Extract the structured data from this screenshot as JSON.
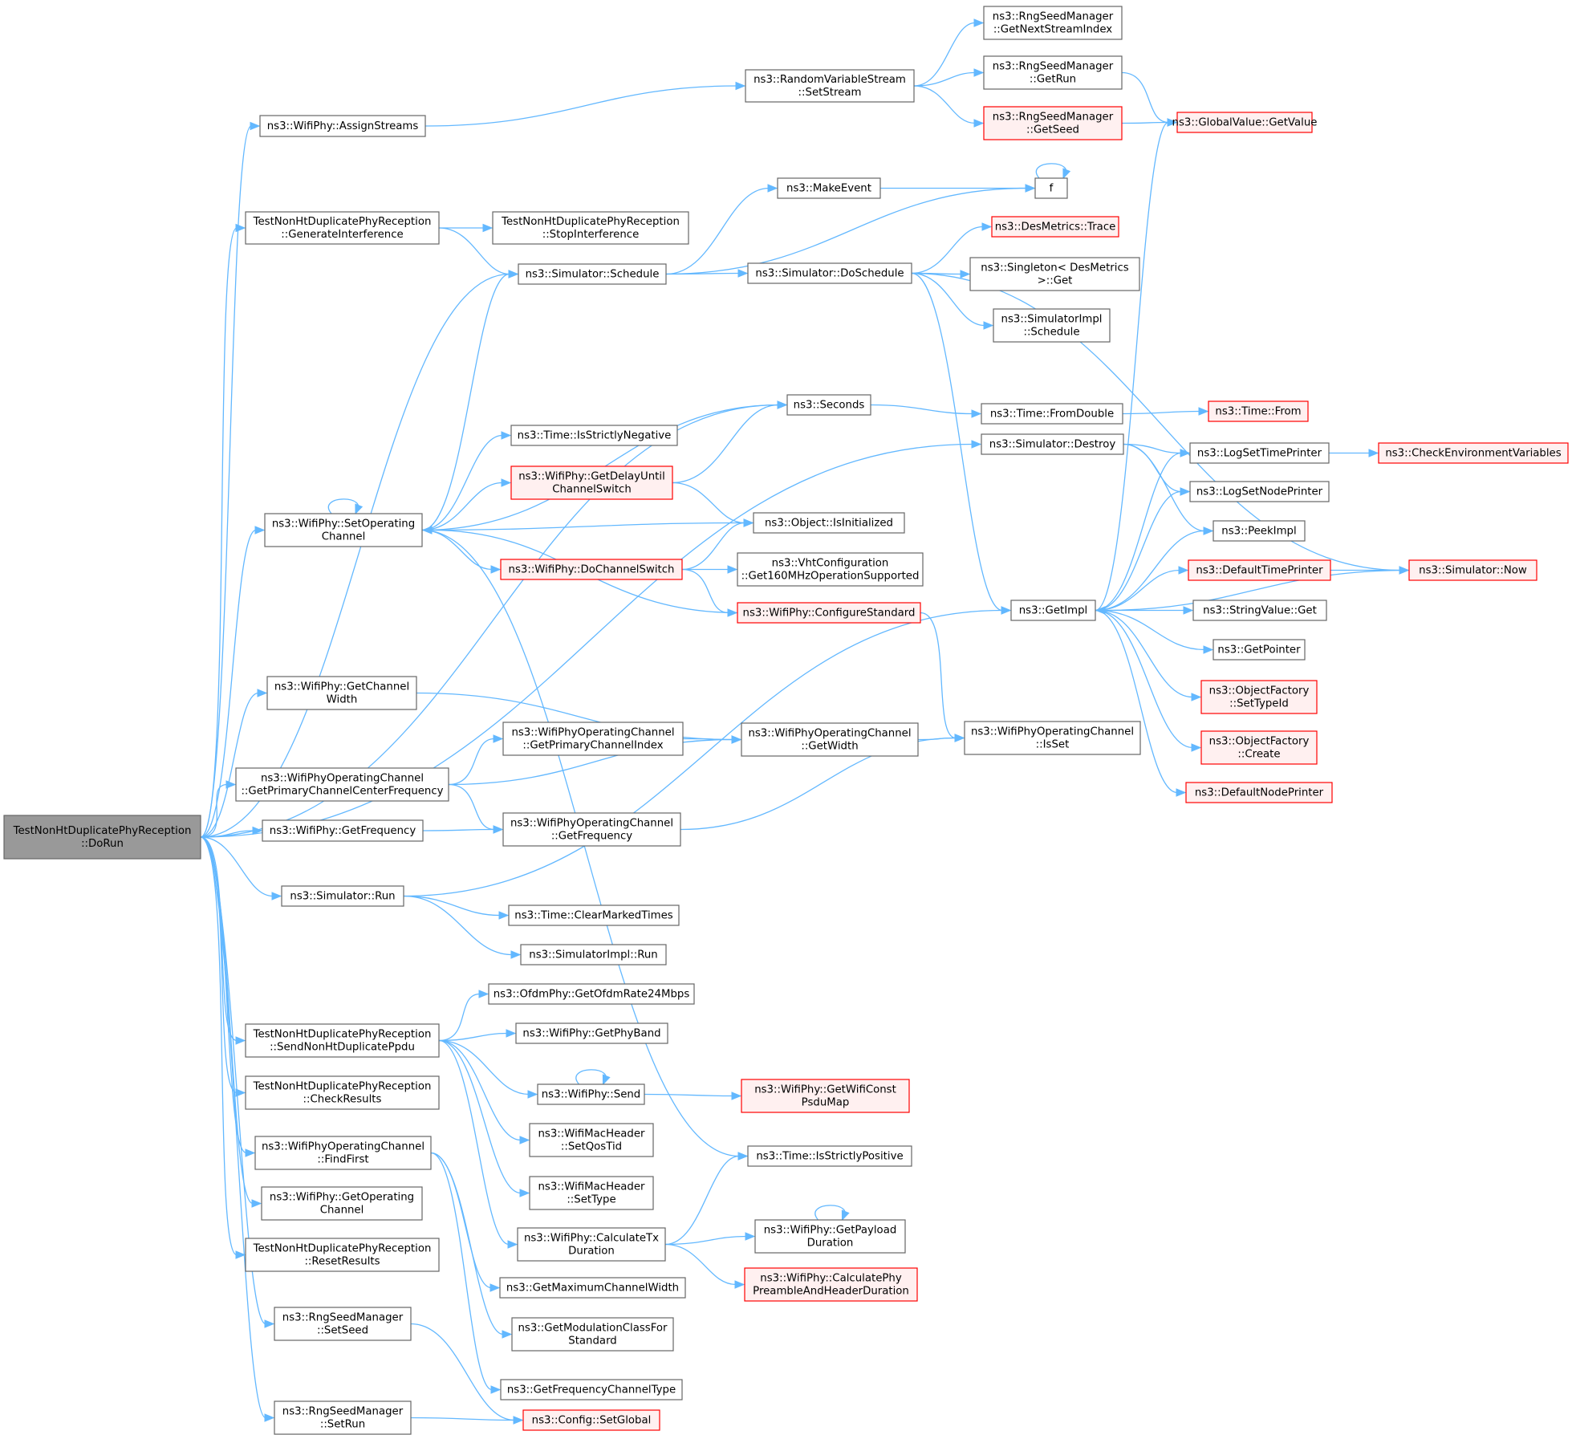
{
  "colors": {
    "edge": "#63b8ff",
    "root_fill": "#999999",
    "node_stroke": "#666666",
    "node_fill": "#ffffff",
    "trunc_stroke": "#ff0000",
    "trunc_fill": "#fff0f0"
  },
  "nodes": {
    "root": {
      "lines": [
        "TestNonHtDuplicatePhyReception",
        "::DoRun"
      ],
      "kind": "root"
    },
    "assignStreams": {
      "lines": [
        "ns3::WifiPhy::AssignStreams"
      ],
      "kind": "normal"
    },
    "genInterf": {
      "lines": [
        "TestNonHtDuplicatePhyReception",
        "::GenerateInterference"
      ],
      "kind": "normal"
    },
    "stopInterf": {
      "lines": [
        "TestNonHtDuplicatePhyReception",
        "::StopInterference"
      ],
      "kind": "normal"
    },
    "schedule": {
      "lines": [
        "ns3::Simulator::Schedule"
      ],
      "kind": "normal"
    },
    "setOpChan": {
      "lines": [
        "ns3::WifiPhy::SetOperating",
        "Channel"
      ],
      "kind": "normal"
    },
    "getChanWidth": {
      "lines": [
        "ns3::WifiPhy::GetChannel",
        "Width"
      ],
      "kind": "normal"
    },
    "getPrimCenter": {
      "lines": [
        "ns3::WifiPhyOperatingChannel",
        "::GetPrimaryChannelCenterFrequency"
      ],
      "kind": "normal"
    },
    "phyGetFreq": {
      "lines": [
        "ns3::WifiPhy::GetFrequency"
      ],
      "kind": "normal"
    },
    "simRun": {
      "lines": [
        "ns3::Simulator::Run"
      ],
      "kind": "normal"
    },
    "sendPpdu": {
      "lines": [
        "TestNonHtDuplicatePhyReception",
        "::SendNonHtDuplicatePpdu"
      ],
      "kind": "normal"
    },
    "checkResults": {
      "lines": [
        "TestNonHtDuplicatePhyReception",
        "::CheckResults"
      ],
      "kind": "normal"
    },
    "findFirst": {
      "lines": [
        "ns3::WifiPhyOperatingChannel",
        "::FindFirst"
      ],
      "kind": "normal"
    },
    "getOpChan": {
      "lines": [
        "ns3::WifiPhy::GetOperating",
        "Channel"
      ],
      "kind": "normal"
    },
    "resetResults": {
      "lines": [
        "TestNonHtDuplicatePhyReception",
        "::ResetResults"
      ],
      "kind": "normal"
    },
    "setSeed": {
      "lines": [
        "ns3::RngSeedManager",
        "::SetSeed"
      ],
      "kind": "normal"
    },
    "setRun": {
      "lines": [
        "ns3::RngSeedManager",
        "::SetRun"
      ],
      "kind": "normal"
    },
    "rvsSetStream": {
      "lines": [
        "ns3::RandomVariableStream",
        "::SetStream"
      ],
      "kind": "normal"
    },
    "makeEvent": {
      "lines": [
        "ns3::MakeEvent"
      ],
      "kind": "normal"
    },
    "doSchedule": {
      "lines": [
        "ns3::Simulator::DoSchedule"
      ],
      "kind": "normal"
    },
    "seconds": {
      "lines": [
        "ns3::Seconds"
      ],
      "kind": "normal"
    },
    "isStrictNeg": {
      "lines": [
        "ns3::Time::IsStrictlyNegative"
      ],
      "kind": "normal"
    },
    "getDelay": {
      "lines": [
        "ns3::WifiPhy::GetDelayUntil",
        "ChannelSwitch"
      ],
      "kind": "trunc"
    },
    "isInit": {
      "lines": [
        "ns3::Object::IsInitialized"
      ],
      "kind": "normal"
    },
    "doChanSwitch": {
      "lines": [
        "ns3::WifiPhy::DoChannelSwitch"
      ],
      "kind": "trunc"
    },
    "vht160": {
      "lines": [
        "ns3::VhtConfiguration",
        "::Get160MHzOperationSupported"
      ],
      "kind": "normal"
    },
    "configStd": {
      "lines": [
        "ns3::WifiPhy::ConfigureStandard"
      ],
      "kind": "trunc"
    },
    "getPrimIdx": {
      "lines": [
        "ns3::WifiPhyOperatingChannel",
        "::GetPrimaryChannelIndex"
      ],
      "kind": "normal"
    },
    "opGetWidth": {
      "lines": [
        "ns3::WifiPhyOperatingChannel",
        "::GetWidth"
      ],
      "kind": "normal"
    },
    "opGetFreq": {
      "lines": [
        "ns3::WifiPhyOperatingChannel",
        "::GetFrequency"
      ],
      "kind": "normal"
    },
    "clearMarked": {
      "lines": [
        "ns3::Time::ClearMarkedTimes"
      ],
      "kind": "normal"
    },
    "implRun": {
      "lines": [
        "ns3::SimulatorImpl::Run"
      ],
      "kind": "normal"
    },
    "ofdm24": {
      "lines": [
        "ns3::OfdmPhy::GetOfdmRate24Mbps"
      ],
      "kind": "normal"
    },
    "getPhyBand": {
      "lines": [
        "ns3::WifiPhy::GetPhyBand"
      ],
      "kind": "normal"
    },
    "send": {
      "lines": [
        "ns3::WifiPhy::Send"
      ],
      "kind": "normal"
    },
    "setQosTid": {
      "lines": [
        "ns3::WifiMacHeader",
        "::SetQosTid"
      ],
      "kind": "normal"
    },
    "setType": {
      "lines": [
        "ns3::WifiMacHeader",
        "::SetType"
      ],
      "kind": "normal"
    },
    "calcTx": {
      "lines": [
        "ns3::WifiPhy::CalculateTx",
        "Duration"
      ],
      "kind": "normal"
    },
    "getMaxChanW": {
      "lines": [
        "ns3::GetMaximumChannelWidth"
      ],
      "kind": "normal"
    },
    "getModClass": {
      "lines": [
        "ns3::GetModulationClassFor",
        "Standard"
      ],
      "kind": "normal"
    },
    "getFreqChanType": {
      "lines": [
        "ns3::GetFrequencyChannelType"
      ],
      "kind": "normal"
    },
    "cfgSetGlobal": {
      "lines": [
        "ns3::Config::SetGlobal"
      ],
      "kind": "trunc"
    },
    "getNextStream": {
      "lines": [
        "ns3::RngSeedManager",
        "::GetNextStreamIndex"
      ],
      "kind": "normal"
    },
    "getRun": {
      "lines": [
        "ns3::RngSeedManager",
        "::GetRun"
      ],
      "kind": "normal"
    },
    "getSeed": {
      "lines": [
        "ns3::RngSeedManager",
        "::GetSeed"
      ],
      "kind": "trunc"
    },
    "f": {
      "lines": [
        "f"
      ],
      "kind": "normal"
    },
    "desTrace": {
      "lines": [
        "ns3::DesMetrics::Trace"
      ],
      "kind": "trunc"
    },
    "singletonGet": {
      "lines": [
        "ns3::Singleton< DesMetrics",
        ">::Get"
      ],
      "kind": "normal"
    },
    "implSchedule": {
      "lines": [
        "ns3::SimulatorImpl",
        "::Schedule"
      ],
      "kind": "normal"
    },
    "fromDouble": {
      "lines": [
        "ns3::Time::FromDouble"
      ],
      "kind": "normal"
    },
    "destroy": {
      "lines": [
        "ns3::Simulator::Destroy"
      ],
      "kind": "normal"
    },
    "getImpl": {
      "lines": [
        "ns3::GetImpl"
      ],
      "kind": "normal"
    },
    "opIsSet": {
      "lines": [
        "ns3::WifiPhyOperatingChannel",
        "::IsSet"
      ],
      "kind": "normal"
    },
    "getWifiConst": {
      "lines": [
        "ns3::WifiPhy::GetWifiConst",
        "PsduMap"
      ],
      "kind": "trunc"
    },
    "isStrictPos": {
      "lines": [
        "ns3::Time::IsStrictlyPositive"
      ],
      "kind": "normal"
    },
    "getPayload": {
      "lines": [
        "ns3::WifiPhy::GetPayload",
        "Duration"
      ],
      "kind": "normal"
    },
    "calcPre": {
      "lines": [
        "ns3::WifiPhy::CalculatePhy",
        "PreambleAndHeaderDuration"
      ],
      "kind": "trunc"
    },
    "globalGetValue": {
      "lines": [
        "ns3::GlobalValue::GetValue"
      ],
      "kind": "trunc"
    },
    "timeFrom": {
      "lines": [
        "ns3::Time::From"
      ],
      "kind": "trunc"
    },
    "logSetTime": {
      "lines": [
        "ns3::LogSetTimePrinter"
      ],
      "kind": "normal"
    },
    "logSetNode": {
      "lines": [
        "ns3::LogSetNodePrinter"
      ],
      "kind": "normal"
    },
    "peekImpl": {
      "lines": [
        "ns3::PeekImpl"
      ],
      "kind": "normal"
    },
    "defTimePrinter": {
      "lines": [
        "ns3::DefaultTimePrinter"
      ],
      "kind": "trunc"
    },
    "stringGet": {
      "lines": [
        "ns3::StringValue::Get"
      ],
      "kind": "normal"
    },
    "getPointer": {
      "lines": [
        "ns3::GetPointer"
      ],
      "kind": "normal"
    },
    "ofSetTypeId": {
      "lines": [
        "ns3::ObjectFactory",
        "::SetTypeId"
      ],
      "kind": "trunc"
    },
    "ofCreate": {
      "lines": [
        "ns3::ObjectFactory",
        "::Create"
      ],
      "kind": "trunc"
    },
    "defNodePrinter": {
      "lines": [
        "ns3::DefaultNodePrinter"
      ],
      "kind": "trunc"
    },
    "checkEnv": {
      "lines": [
        "ns3::CheckEnvironmentVariables"
      ],
      "kind": "trunc"
    },
    "simNow": {
      "lines": [
        "ns3::Simulator::Now"
      ],
      "kind": "trunc"
    }
  },
  "edges": [
    [
      "root",
      "assignStreams"
    ],
    [
      "root",
      "genInterf"
    ],
    [
      "root",
      "schedule"
    ],
    [
      "root",
      "seconds"
    ],
    [
      "root",
      "destroy"
    ],
    [
      "root",
      "setOpChan"
    ],
    [
      "root",
      "getChanWidth"
    ],
    [
      "root",
      "getPrimCenter"
    ],
    [
      "root",
      "phyGetFreq"
    ],
    [
      "root",
      "simRun"
    ],
    [
      "root",
      "sendPpdu"
    ],
    [
      "root",
      "checkResults"
    ],
    [
      "root",
      "findFirst"
    ],
    [
      "root",
      "getOpChan"
    ],
    [
      "root",
      "resetResults"
    ],
    [
      "root",
      "setSeed"
    ],
    [
      "root",
      "setRun"
    ],
    [
      "assignStreams",
      "rvsSetStream"
    ],
    [
      "genInterf",
      "stopInterf"
    ],
    [
      "genInterf",
      "schedule"
    ],
    [
      "schedule",
      "makeEvent"
    ],
    [
      "schedule",
      "f"
    ],
    [
      "schedule",
      "doSchedule"
    ],
    [
      "setOpChan",
      "setOpChan"
    ],
    [
      "setOpChan",
      "schedule"
    ],
    [
      "setOpChan",
      "seconds"
    ],
    [
      "setOpChan",
      "isStrictNeg"
    ],
    [
      "setOpChan",
      "getDelay"
    ],
    [
      "setOpChan",
      "isInit"
    ],
    [
      "setOpChan",
      "doChanSwitch"
    ],
    [
      "setOpChan",
      "isStrictPos"
    ],
    [
      "getChanWidth",
      "opGetWidth"
    ],
    [
      "getPrimCenter",
      "getPrimIdx"
    ],
    [
      "getPrimCenter",
      "opGetWidth"
    ],
    [
      "getPrimCenter",
      "opGetFreq"
    ],
    [
      "phyGetFreq",
      "opGetFreq"
    ],
    [
      "simRun",
      "getImpl"
    ],
    [
      "simRun",
      "clearMarked"
    ],
    [
      "simRun",
      "implRun"
    ],
    [
      "sendPpdu",
      "ofdm24"
    ],
    [
      "sendPpdu",
      "getPhyBand"
    ],
    [
      "sendPpdu",
      "send"
    ],
    [
      "sendPpdu",
      "setQosTid"
    ],
    [
      "sendPpdu",
      "setType"
    ],
    [
      "sendPpdu",
      "calcTx"
    ],
    [
      "findFirst",
      "getMaxChanW"
    ],
    [
      "findFirst",
      "getModClass"
    ],
    [
      "findFirst",
      "getFreqChanType"
    ],
    [
      "setSeed",
      "cfgSetGlobal"
    ],
    [
      "setRun",
      "cfgSetGlobal"
    ],
    [
      "rvsSetStream",
      "getNextStream"
    ],
    [
      "rvsSetStream",
      "getRun"
    ],
    [
      "rvsSetStream",
      "getSeed"
    ],
    [
      "getRun",
      "globalGetValue"
    ],
    [
      "getSeed",
      "globalGetValue"
    ],
    [
      "makeEvent",
      "f"
    ],
    [
      "f",
      "f"
    ],
    [
      "doSchedule",
      "desTrace"
    ],
    [
      "doSchedule",
      "singletonGet"
    ],
    [
      "doSchedule",
      "implSchedule"
    ],
    [
      "doSchedule",
      "getImpl"
    ],
    [
      "doSchedule",
      "simNow"
    ],
    [
      "seconds",
      "fromDouble"
    ],
    [
      "fromDouble",
      "timeFrom"
    ],
    [
      "getDelay",
      "seconds"
    ],
    [
      "getDelay",
      "isInit"
    ],
    [
      "doChanSwitch",
      "isInit"
    ],
    [
      "doChanSwitch",
      "vht160"
    ],
    [
      "doChanSwitch",
      "configStd"
    ],
    [
      "configStd",
      "setOpChan"
    ],
    [
      "configStd",
      "opIsSet"
    ],
    [
      "getPrimIdx",
      "opGetWidth"
    ],
    [
      "opGetWidth",
      "opIsSet"
    ],
    [
      "opGetFreq",
      "opIsSet"
    ],
    [
      "send",
      "send"
    ],
    [
      "send",
      "getWifiConst"
    ],
    [
      "calcTx",
      "isStrictPos"
    ],
    [
      "calcTx",
      "getPayload"
    ],
    [
      "calcTx",
      "calcPre"
    ],
    [
      "getPayload",
      "getPayload"
    ],
    [
      "destroy",
      "logSetTime"
    ],
    [
      "destroy",
      "logSetNode"
    ],
    [
      "destroy",
      "peekImpl"
    ],
    [
      "getImpl",
      "globalGetValue"
    ],
    [
      "getImpl",
      "logSetTime"
    ],
    [
      "getImpl",
      "logSetNode"
    ],
    [
      "getImpl",
      "peekImpl"
    ],
    [
      "getImpl",
      "defTimePrinter"
    ],
    [
      "getImpl",
      "stringGet"
    ],
    [
      "getImpl",
      "getPointer"
    ],
    [
      "getImpl",
      "ofSetTypeId"
    ],
    [
      "getImpl",
      "ofCreate"
    ],
    [
      "getImpl",
      "defNodePrinter"
    ],
    [
      "logSetTime",
      "checkEnv"
    ],
    [
      "defTimePrinter",
      "simNow"
    ],
    [
      "simNow",
      "getImpl"
    ]
  ]
}
